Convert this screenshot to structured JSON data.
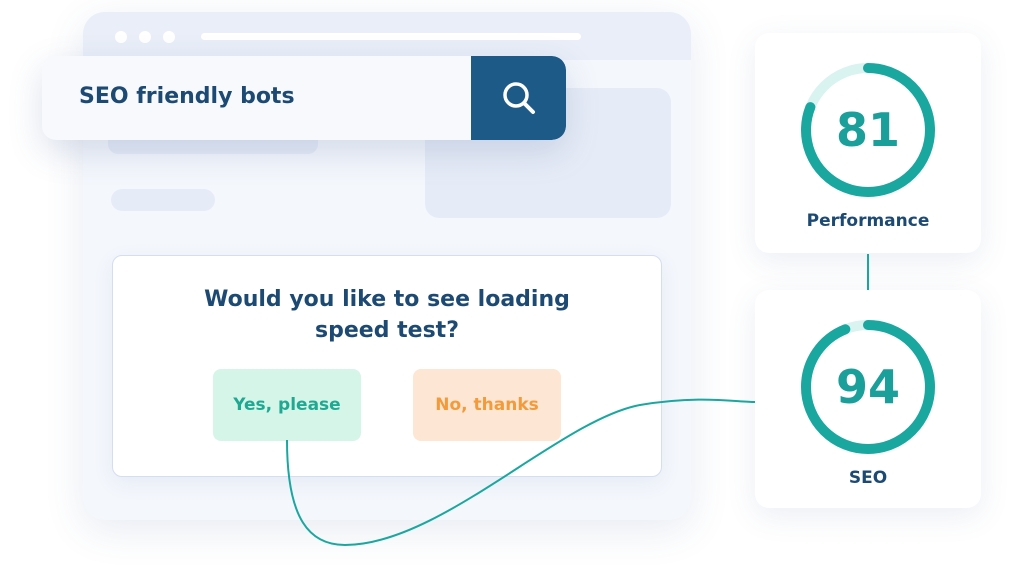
{
  "search": {
    "query": "SEO friendly bots"
  },
  "dialog": {
    "question": "Would you like to see loading speed test?",
    "yes_label": "Yes, please",
    "no_label": "No, thanks"
  },
  "scores": {
    "performance": {
      "value": "81",
      "label": "Performance"
    },
    "seo": {
      "value": "94",
      "label": "SEO"
    }
  },
  "colors": {
    "accent_teal": "#1aa7a0",
    "primary_dark": "#1d4a73",
    "search_button": "#1d5a88",
    "yes_bg": "#d6f5e9",
    "no_bg": "#fde6d3",
    "no_text": "#f39a3a"
  },
  "icons": {
    "search": "search-icon"
  }
}
